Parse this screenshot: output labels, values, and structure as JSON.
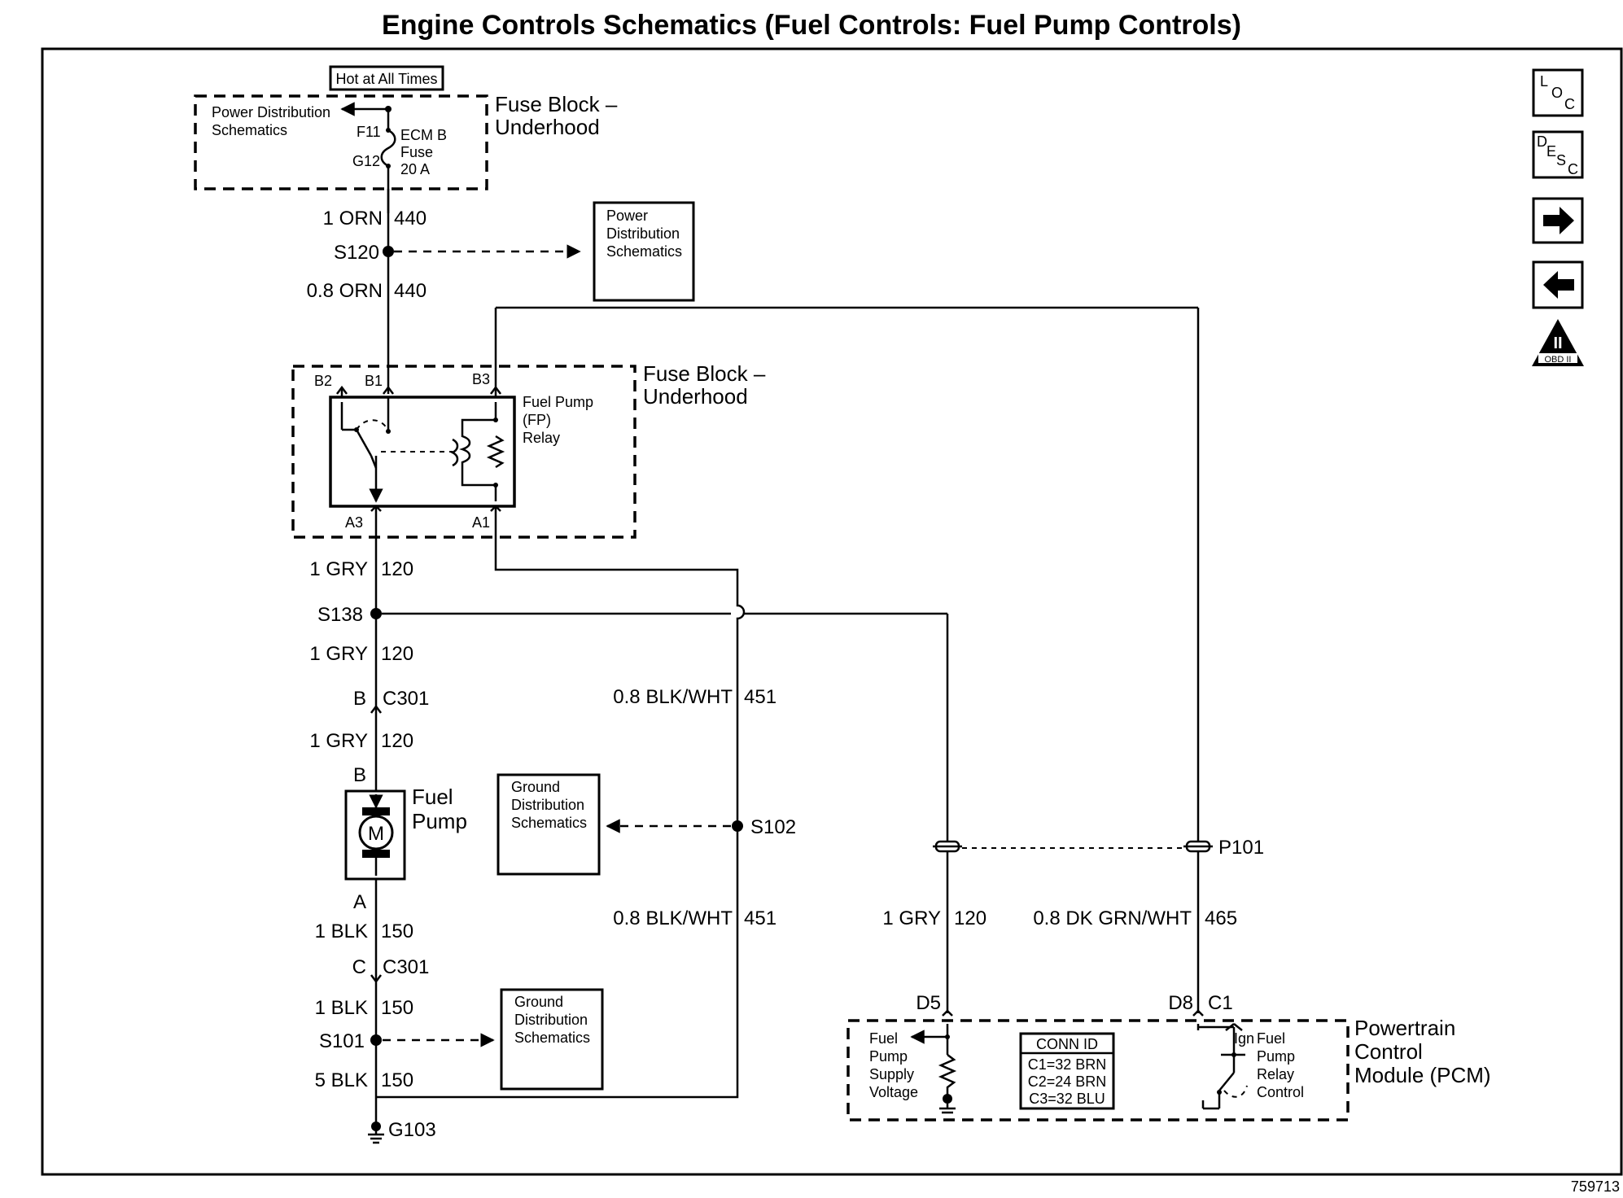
{
  "title": "Engine Controls Schematics (Fuel Controls: Fuel Pump Controls)",
  "nav": {
    "loc": [
      "L",
      "O",
      "C"
    ],
    "desc": [
      "D",
      "E",
      "S",
      "C"
    ],
    "obd_label": "OBD II",
    "obd_numeral": "II"
  },
  "doc_number": "759713",
  "labels": {
    "hot_at_all_times": "Hot at All Times",
    "power_distribution_line1": "Power Distribution",
    "power_distribution_line2": "Schematics",
    "fuse_f11": "F11",
    "fuse_g12": "G12",
    "fuse_name1": "ECM B",
    "fuse_name2": "Fuse",
    "fuse_name3": "20 A",
    "fuse_block1_line1": "Fuse Block –",
    "fuse_block1_line2": "Underhood",
    "wire_1orn": "1 ORN",
    "wire_440a": "440",
    "splice_s120": "S120",
    "wire_08orn": "0.8 ORN",
    "wire_440b": "440",
    "pds_box_line1": "Power",
    "pds_box_line2": "Distribution",
    "pds_box_line3": "Schematics",
    "fuse_block2_line1": "Fuse Block –",
    "fuse_block2_line2": "Underhood",
    "pin_b2": "B2",
    "pin_b1": "B1",
    "pin_b3": "B3",
    "pin_a3": "A3",
    "pin_a1": "A1",
    "relay_line1": "Fuel Pump",
    "relay_line2": "(FP)",
    "relay_line3": "Relay",
    "wire_1gry_a": "1 GRY",
    "wire_120a": "120",
    "splice_s138": "S138",
    "wire_1gry_b": "1 GRY",
    "wire_120b": "120",
    "conn_b1": "B",
    "conn_c301a": "C301",
    "wire_1gry_c": "1 GRY",
    "wire_120c": "120",
    "pin_b_pump": "B",
    "motor_m": "M",
    "fuel_pump_line1": "Fuel",
    "fuel_pump_line2": "Pump",
    "pin_a_pump": "A",
    "wire_1blk_a": "1 BLK",
    "wire_150a": "150",
    "conn_c": "C",
    "conn_c301b": "C301",
    "wire_1blk_b": "1 BLK",
    "wire_150b": "150",
    "splice_s101": "S101",
    "wire_5blk": "5 BLK",
    "wire_150c": "150",
    "ground_g103": "G103",
    "wire_08blkwht_a": "0.8 BLK/WHT",
    "wire_451a": "451",
    "wire_08blkwht_b": "0.8 BLK/WHT",
    "wire_451b": "451",
    "splice_s102": "S102",
    "gds_box1_line1": "Ground",
    "gds_box1_line2": "Distribution",
    "gds_box1_line3": "Schematics",
    "gds_box2_line1": "Ground",
    "gds_box2_line2": "Distribution",
    "gds_box2_line3": "Schematics",
    "conn_p101": "P101",
    "wire_1gry_d": "1 GRY",
    "wire_120d": "120",
    "wire_08dkgrnwht": "0.8 DK GRN/WHT",
    "wire_465": "465",
    "pin_d5": "D5",
    "pin_d8": "D8",
    "pin_c1": "C1",
    "pcm_line1": "Powertrain",
    "pcm_line2": "Control",
    "pcm_line3": "Module (PCM)",
    "pcm_fuel_line1": "Fuel",
    "pcm_fuel_line2": "Pump",
    "pcm_fuel_line3": "Supply",
    "pcm_fuel_line4": "Voltage",
    "pcm_ign": "Ign",
    "pcm_ctrl_line1": "Fuel",
    "pcm_ctrl_line2": "Pump",
    "pcm_ctrl_line3": "Relay",
    "pcm_ctrl_line4": "Control",
    "conn_id_title": "CONN ID",
    "conn_id_c1": "C1=32 BRN",
    "conn_id_c2": "C2=24 BRN",
    "conn_id_c3": "C3=32 BLU"
  }
}
